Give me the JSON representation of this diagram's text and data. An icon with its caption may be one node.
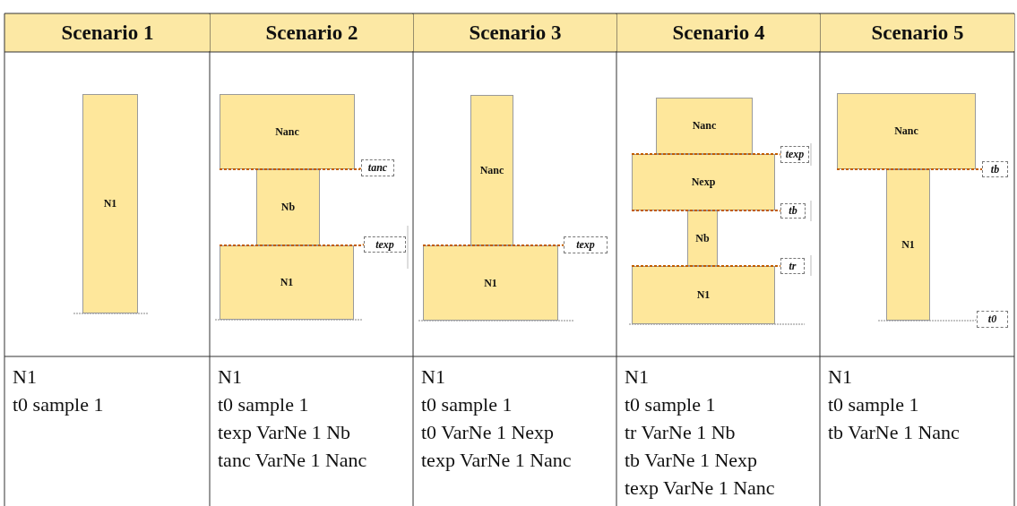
{
  "diagram": {
    "nodes": [
      {
        "text": [
          "N1"
        ]
      },
      {
        "text": [
          "Nanc"
        ]
      },
      {
        "text": [
          "tanc"
        ]
      },
      {
        "text": [
          "Nb"
        ]
      },
      {
        "text": [
          "texp"
        ]
      },
      {
        "text": [
          "N1"
        ]
      },
      {
        "text": [
          "Nanc"
        ]
      },
      {
        "text": [
          "texp"
        ]
      },
      {
        "text": [
          "N1"
        ]
      },
      {
        "text": [
          "Nanc"
        ]
      },
      {
        "text": [
          "texp"
        ]
      },
      {
        "text": [
          "Nexp"
        ]
      },
      {
        "text": [
          "tb"
        ]
      },
      {
        "text": [
          "Nb"
        ]
      },
      {
        "text": [
          "tr"
        ]
      },
      {
        "text": [
          "N1"
        ]
      },
      {
        "text": [
          "Nanc"
        ]
      },
      {
        "text": [
          "tb"
        ]
      },
      {
        "text": [
          "N1"
        ]
      },
      {
        "text": [
          "t0"
        ]
      }
    ],
    "edges": [
      {
        "from": 1,
        "to": 2,
        "arrow": "none",
        "style": "dashed"
      },
      {
        "from": 5,
        "to": 4,
        "arrow": "none",
        "style": "dashed"
      },
      {
        "from": 8,
        "to": 7,
        "arrow": "none",
        "style": "dashed"
      },
      {
        "from": 11,
        "to": 10,
        "arrow": "none",
        "style": "dashed"
      },
      {
        "from": 11,
        "to": 12,
        "arrow": "none",
        "style": "dashed"
      },
      {
        "from": 15,
        "to": 14,
        "arrow": "none",
        "style": "dashed"
      },
      {
        "from": 16,
        "to": 17,
        "arrow": "none",
        "style": "dashed"
      },
      {
        "from": 18,
        "to": 19,
        "arrow": "none",
        "style": "dashed",
        "color": "#8a8a8a"
      }
    ],
    "labels": [
      "Scenario 1",
      "Scenario 2",
      "Scenario 3",
      "Scenario 4",
      "Scenario 5",
      "N1",
      "t0 sample 1",
      "N1",
      "t0 sample 1",
      "texp VarNe 1 Nb",
      "tanc VarNe 1 Nanc",
      "N1",
      "t0 sample 1",
      "t0 VarNe 1 Nexp",
      "texp VarNe 1 Nanc",
      "N1",
      "t0 sample 1",
      "tr VarNe 1 Nb",
      "tb VarNe 1 Nexp",
      "texp VarNe 1 Nanc",
      "N1",
      "t0 sample 1",
      "tb VarNe 1 Nanc"
    ]
  }
}
